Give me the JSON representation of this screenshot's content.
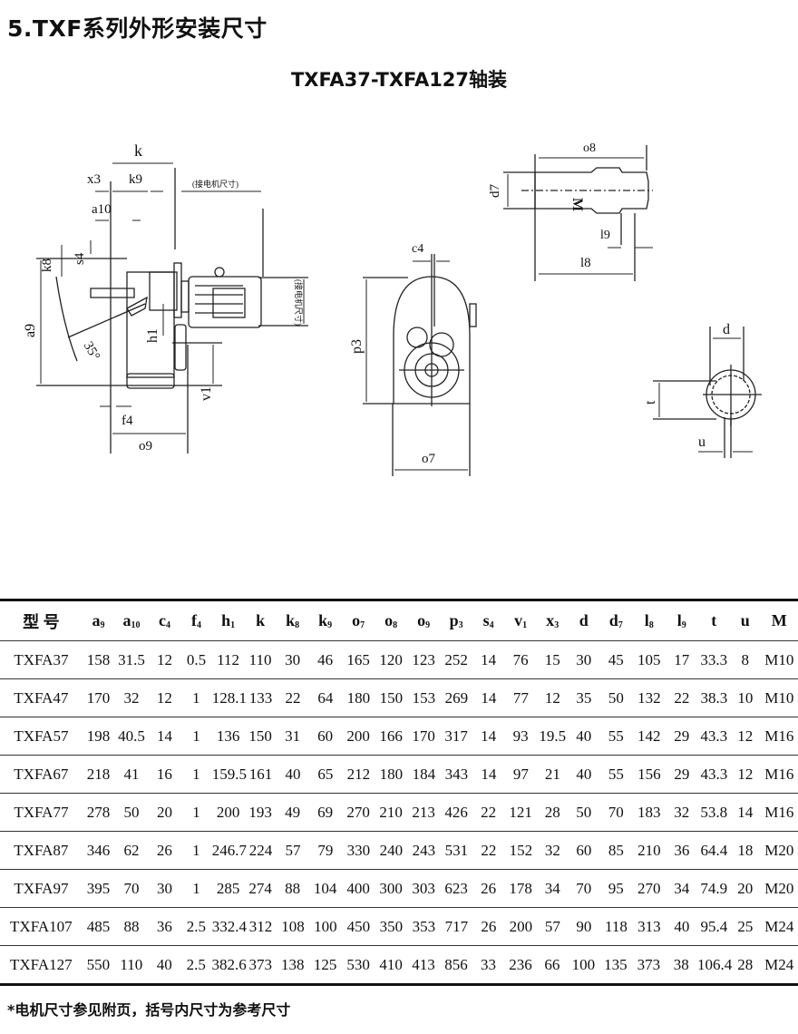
{
  "page": {
    "title": "5.TXF系列外形安装尺寸",
    "subtitle": "TXFA37-TXFA127轴装",
    "footnote": "*电机尺寸参见附页，括号内尺寸为参考尺寸"
  },
  "drawing": {
    "side_view": {
      "k": "k",
      "k9": "k9",
      "x3": "x3",
      "a10": "a10",
      "k8": "k8",
      "s4": "s4",
      "a9": "a9",
      "angle": "35°",
      "h1": "h1",
      "v1": "v1",
      "f4": "f4",
      "o9": "o9",
      "motor_len": "(接电机尺寸)",
      "motor_h": "(接电机尺寸)"
    },
    "front_view": {
      "c4": "c4",
      "p3": "p3",
      "o7": "o7"
    },
    "shaft_view": {
      "o8": "o8",
      "d7": "d7",
      "M": "M",
      "l9": "l9",
      "l8": "l8"
    },
    "section_view": {
      "d": "d",
      "t": "t",
      "u": "u"
    }
  },
  "table": {
    "columns": [
      {
        "base": "型 号",
        "sub": ""
      },
      {
        "base": "a",
        "sub": "9"
      },
      {
        "base": "a",
        "sub": "10"
      },
      {
        "base": "c",
        "sub": "4"
      },
      {
        "base": "f",
        "sub": "4"
      },
      {
        "base": "h",
        "sub": "1"
      },
      {
        "base": "k",
        "sub": ""
      },
      {
        "base": "k",
        "sub": "8"
      },
      {
        "base": "k",
        "sub": "9"
      },
      {
        "base": "o",
        "sub": "7"
      },
      {
        "base": "o",
        "sub": "8"
      },
      {
        "base": "o",
        "sub": "9"
      },
      {
        "base": "p",
        "sub": "3"
      },
      {
        "base": "s",
        "sub": "4"
      },
      {
        "base": "v",
        "sub": "1"
      },
      {
        "base": "x",
        "sub": "3"
      },
      {
        "base": "d",
        "sub": ""
      },
      {
        "base": "d",
        "sub": "7"
      },
      {
        "base": "l",
        "sub": "8"
      },
      {
        "base": "l",
        "sub": "9"
      },
      {
        "base": "t",
        "sub": ""
      },
      {
        "base": "u",
        "sub": ""
      },
      {
        "base": "M",
        "sub": ""
      }
    ],
    "rows": [
      [
        "TXFA37",
        "158",
        "31.5",
        "12",
        "0.5",
        "112",
        "110",
        "30",
        "46",
        "165",
        "120",
        "123",
        "252",
        "14",
        "76",
        "15",
        "30",
        "45",
        "105",
        "17",
        "33.3",
        "8",
        "M10"
      ],
      [
        "TXFA47",
        "170",
        "32",
        "12",
        "1",
        "128.1",
        "133",
        "22",
        "64",
        "180",
        "150",
        "153",
        "269",
        "14",
        "77",
        "12",
        "35",
        "50",
        "132",
        "22",
        "38.3",
        "10",
        "M10"
      ],
      [
        "TXFA57",
        "198",
        "40.5",
        "14",
        "1",
        "136",
        "150",
        "31",
        "60",
        "200",
        "166",
        "170",
        "317",
        "14",
        "93",
        "19.5",
        "40",
        "55",
        "142",
        "29",
        "43.3",
        "12",
        "M16"
      ],
      [
        "TXFA67",
        "218",
        "41",
        "16",
        "1",
        "159.5",
        "161",
        "40",
        "65",
        "212",
        "180",
        "184",
        "343",
        "14",
        "97",
        "21",
        "40",
        "55",
        "156",
        "29",
        "43.3",
        "12",
        "M16"
      ],
      [
        "TXFA77",
        "278",
        "50",
        "20",
        "1",
        "200",
        "193",
        "49",
        "69",
        "270",
        "210",
        "213",
        "426",
        "22",
        "121",
        "28",
        "50",
        "70",
        "183",
        "32",
        "53.8",
        "14",
        "M16"
      ],
      [
        "TXFA87",
        "346",
        "62",
        "26",
        "1",
        "246.7",
        "224",
        "57",
        "79",
        "330",
        "240",
        "243",
        "531",
        "22",
        "152",
        "32",
        "60",
        "85",
        "210",
        "36",
        "64.4",
        "18",
        "M20"
      ],
      [
        "TXFA97",
        "395",
        "70",
        "30",
        "1",
        "285",
        "274",
        "88",
        "104",
        "400",
        "300",
        "303",
        "623",
        "26",
        "178",
        "34",
        "70",
        "95",
        "270",
        "34",
        "74.9",
        "20",
        "M20"
      ],
      [
        "TXFA107",
        "485",
        "88",
        "36",
        "2.5",
        "332.4",
        "312",
        "108",
        "100",
        "450",
        "350",
        "353",
        "717",
        "26",
        "200",
        "57",
        "90",
        "118",
        "313",
        "40",
        "95.4",
        "25",
        "M24"
      ],
      [
        "TXFA127",
        "550",
        "110",
        "40",
        "2.5",
        "382.6",
        "373",
        "138",
        "125",
        "530",
        "410",
        "413",
        "856",
        "33",
        "236",
        "66",
        "100",
        "135",
        "373",
        "38",
        "106.4",
        "28",
        "M24"
      ]
    ]
  }
}
